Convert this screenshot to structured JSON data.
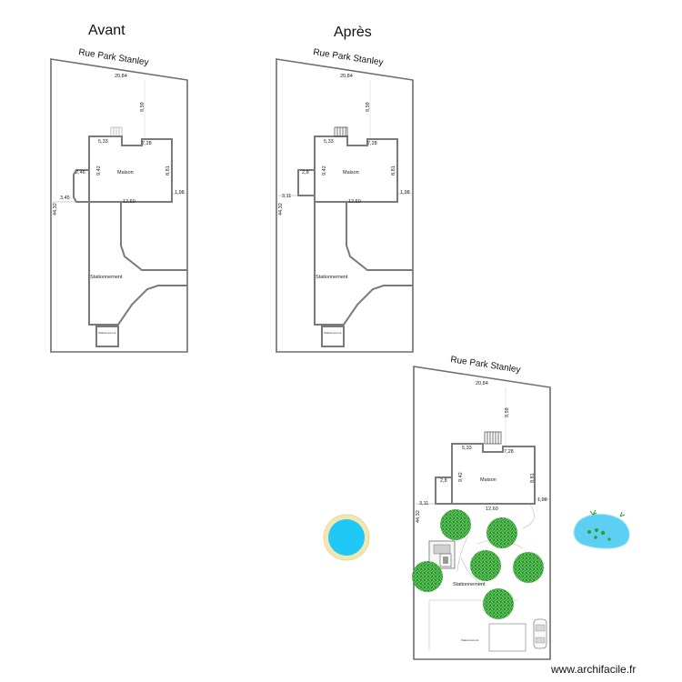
{
  "titles": {
    "before": "Avant",
    "after": "Après"
  },
  "street": "Rue Park Stanley",
  "house_label": "Maison",
  "parking_label": "Stationnement",
  "shed_label": "Stationnement",
  "dimensions": {
    "front_width": "20,84",
    "setback": "9,59",
    "house_left_front": "5,33",
    "house_right_front": "7,28",
    "house_depth": "9,42",
    "house_side": "8,81",
    "house_rear_width": "12,60",
    "right_margin": "1,98",
    "lot_depth": "44,32",
    "extension_before": "2,46",
    "left_margin_before": "3,45",
    "extension_after": "2,8",
    "left_margin_after": "3,11"
  },
  "watermark": "www.archifacile.fr",
  "colors": {
    "wall": "#7a7a7a",
    "pool": "#1fc8f5",
    "pool_rim": "#f1e6b4",
    "pond": "#5ccff2",
    "pond_plants": "#2f9e2f",
    "tree_dark": "#1f8a1f",
    "tree_light": "#3fbf3f"
  },
  "icons": {
    "stairs": "stairs-icon",
    "tree": "tree-icon",
    "pool": "pool-icon",
    "pond": "pond-icon",
    "car": "car-icon",
    "grill": "grill-icon"
  }
}
